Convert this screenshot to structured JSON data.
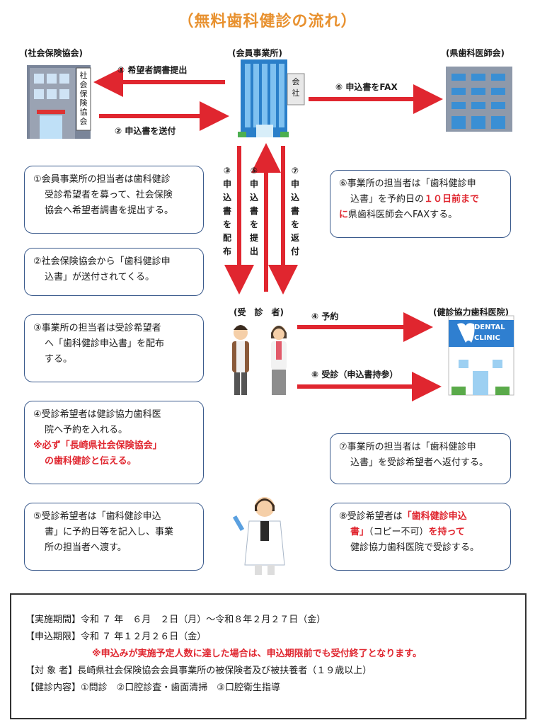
{
  "title": "（無料歯科健診の流れ）",
  "orgs": {
    "shakai": "(社会保険協会)",
    "kaiin": "(会員事業所)",
    "shika": "(県歯科医師会)",
    "jushin": "(受　診　者)",
    "iin": "(健診協力歯科医院)"
  },
  "building_signs": {
    "shakai": "社会保険協会",
    "kaisha": "会社",
    "clinic_line1": "DENTAL",
    "clinic_line2": "CLINIC"
  },
  "arrows": {
    "a1": "① 希望者調書提出",
    "a2": "② 申込書を送付",
    "a3": "③申込書を配布",
    "a4": "④ 予約",
    "a5": "⑤申込書を提出",
    "a6": "⑥ 申込書をFAX",
    "a7": "⑦申込書を返付",
    "a8": "⑧ 受診（申込書持参）"
  },
  "notes": {
    "n1": [
      "①会員事業所の担当者は歯科健診",
      "受診希望者を募って、社会保険",
      "協会へ希望者調書を提出する。"
    ],
    "n2": [
      "②社会保険協会から「歯科健診申",
      "込書」が送付されてくる。"
    ],
    "n3": [
      "③事業所の担当者は受診希望者",
      "へ「歯科健診申込書」を配布",
      "する。"
    ],
    "n4": [
      "④受診希望者は健診協力歯科医",
      "院へ予約を入れる。"
    ],
    "n4_red": [
      "※必ず「長崎県社会保険協会」",
      "の歯科健診と伝える。"
    ],
    "n5": [
      "⑤受診希望者は「歯科健診申込",
      "書」に予約日等を記入し、事業",
      "所の担当者へ渡す。"
    ],
    "n6_a": "⑥事業所の担当者は「歯科健診申",
    "n6_b": "込書」を予約日の",
    "n6_red1": "１０日前まで",
    "n6_red2": "に",
    "n6_c": "県歯科医師会へFAXする。",
    "n7": [
      "⑦事業所の担当者は「歯科健診申",
      "込書」を受診希望者へ返付する。"
    ],
    "n8_a": "⑧受診希望者は",
    "n8_red1": "「歯科健診申込",
    "n8_red2": "書」",
    "n8_b": "（コピー不可）",
    "n8_red3": "を持って",
    "n8_c": "健診協力歯科医院で受診する。"
  },
  "info": {
    "period": "【実施期間】令和 ７ 年　６月　２日（月）～令和８年２月２７日（金）",
    "deadline": "【申込期限】令和 ７ 年１２月２６日（金）",
    "warning": "※申込みが実施予定人数に達した場合は、申込期限前でも受付終了となります。",
    "target": "【対 象 者】長崎県社会保険協会会員事業所の被保険者及び被扶養者（１９歳以上）",
    "content": "【健診内容】①問診　②口腔診査・歯面清掃　③口腔衛生指導"
  },
  "colors": {
    "arrow": "#e0262f",
    "title": "#e8912f",
    "border": "#3a5a8c"
  }
}
